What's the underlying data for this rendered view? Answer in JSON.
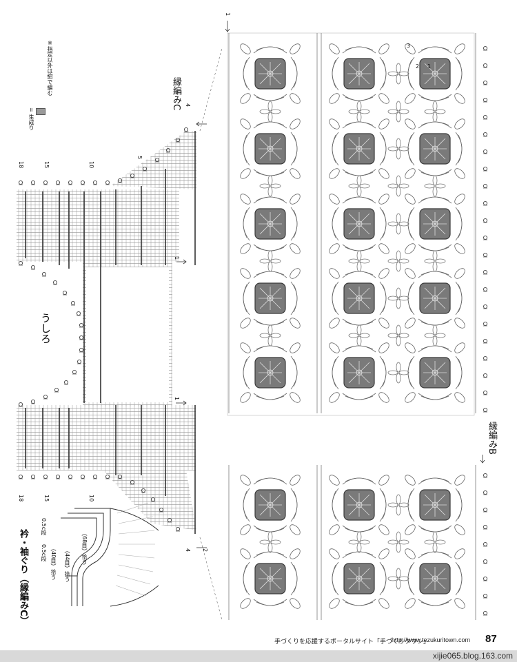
{
  "labels": {
    "edging_c": "縁編みC",
    "edging_b": "縁編みB",
    "back": "うしろ",
    "collar_title": "衿・袖ぐり（縁編みC）",
    "legend_color": "= 生成り",
    "legend_note": "※指定以外は紺で編む"
  },
  "rows": {
    "r18_top": "18",
    "r15_top": "15",
    "r10_top": "10",
    "r5_top": "5",
    "r4_top": "4",
    "r1_mid": "1",
    "r1_low": "1",
    "r18_bot": "18",
    "r15_bot": "15",
    "r10_bot": "10",
    "r4_bot": "4",
    "r2_bot": "2",
    "r1_right": "1",
    "m1": "1",
    "m2": "2",
    "m3": "3"
  },
  "diagram": {
    "pickup_40": "（40目）拾う",
    "pickup_44": "（44目）拾う",
    "pickup_68": "（68目）拾う",
    "half_cm_a": "0.5c段",
    "half_cm_b": "0.5c段"
  },
  "footer": {
    "text": "手づくりを応援するポータルサイト「手づくりタウン」",
    "url": "http://www.tezukuritown.com",
    "page": "87"
  },
  "watermark": "xijie065.blog.163.com",
  "colors": {
    "motif_fill": "#7a7a7a",
    "motif_dark": "#3a3a3a",
    "line": "#555555"
  }
}
